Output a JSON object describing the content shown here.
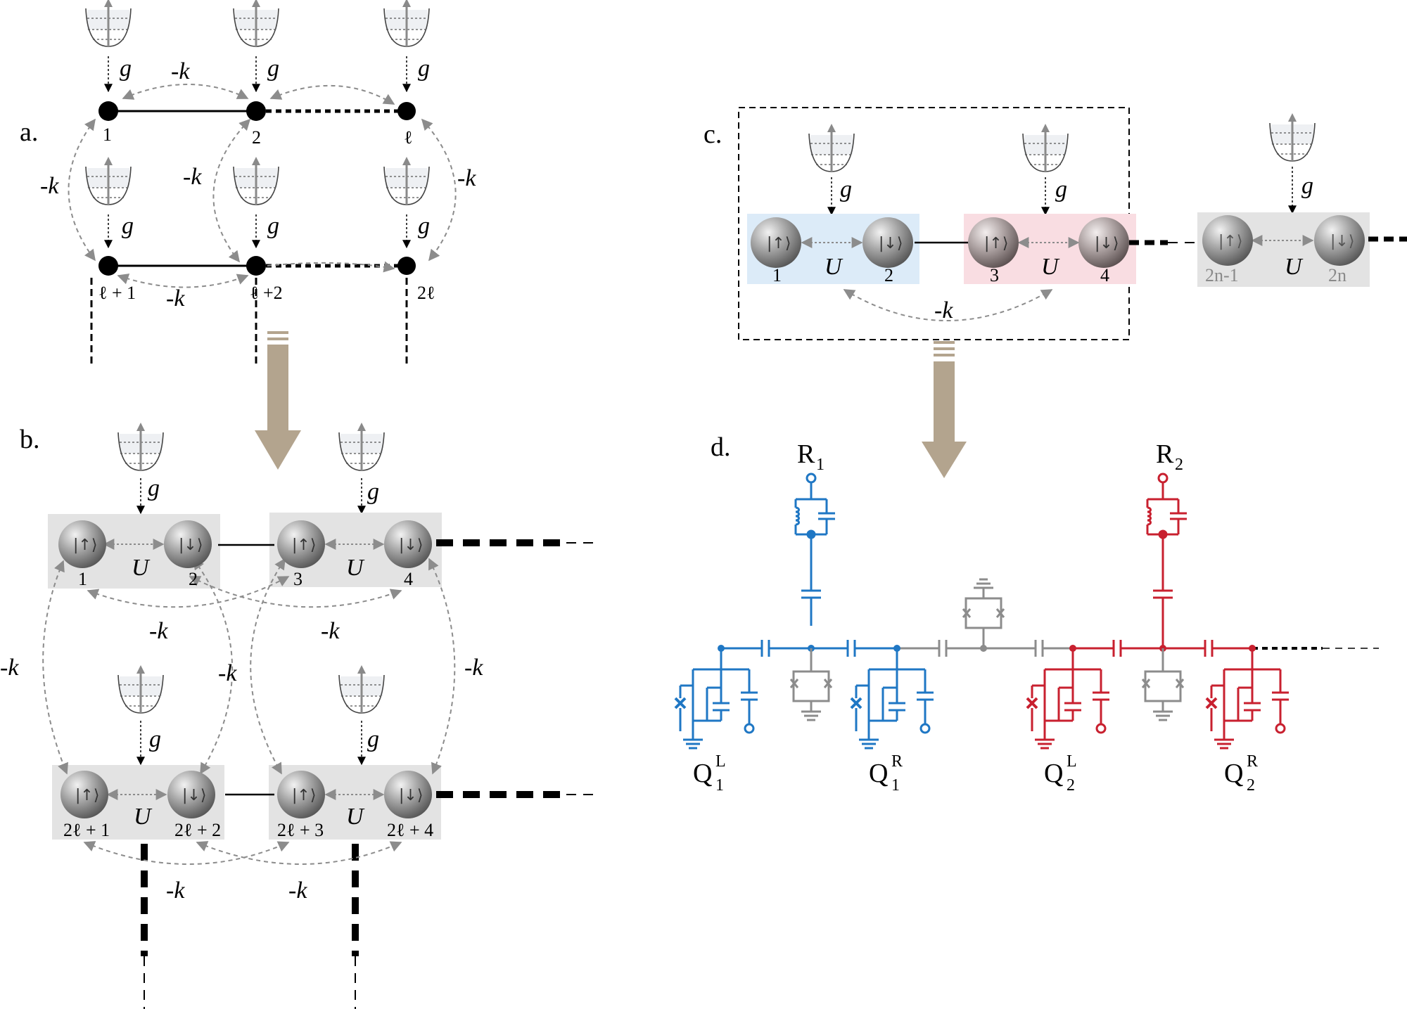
{
  "panels": {
    "a": "a.",
    "b": "b.",
    "c": "c.",
    "d": "d."
  },
  "symbols": {
    "g": "g",
    "neg_k": "-k",
    "U": "U",
    "ket_up": "|↑⟩",
    "ket_down": "|↓⟩"
  },
  "panel_a": {
    "nodes": [
      "1",
      "2",
      "ℓ",
      "ℓ + 1",
      "ℓ +2",
      "2ℓ"
    ]
  },
  "panel_b": {
    "nodes": [
      "1",
      "2",
      "3",
      "4",
      "2ℓ + 1",
      "2ℓ + 2",
      "2ℓ + 3",
      "2ℓ + 4"
    ]
  },
  "panel_c": {
    "nodes": [
      "1",
      "2",
      "3",
      "4",
      "2n-1",
      "2n"
    ]
  },
  "panel_d": {
    "resonators": [
      {
        "name": "R",
        "index": "1"
      },
      {
        "name": "R",
        "index": "2"
      }
    ],
    "qubits": [
      {
        "name": "Q",
        "sup": "L",
        "sub": "1"
      },
      {
        "name": "Q",
        "sup": "R",
        "sub": "1"
      },
      {
        "name": "Q",
        "sup": "L",
        "sub": "2"
      },
      {
        "name": "Q",
        "sup": "R",
        "sub": "2"
      }
    ]
  },
  "colors": {
    "blue": "#1f77c4",
    "red": "#c8202f",
    "gray": "#8c8c8c",
    "arrow": "#b3a48e",
    "cell_gray": "#e3e3e3",
    "cell_blue": "#dcebf8",
    "cell_pink": "#f9dde2"
  }
}
